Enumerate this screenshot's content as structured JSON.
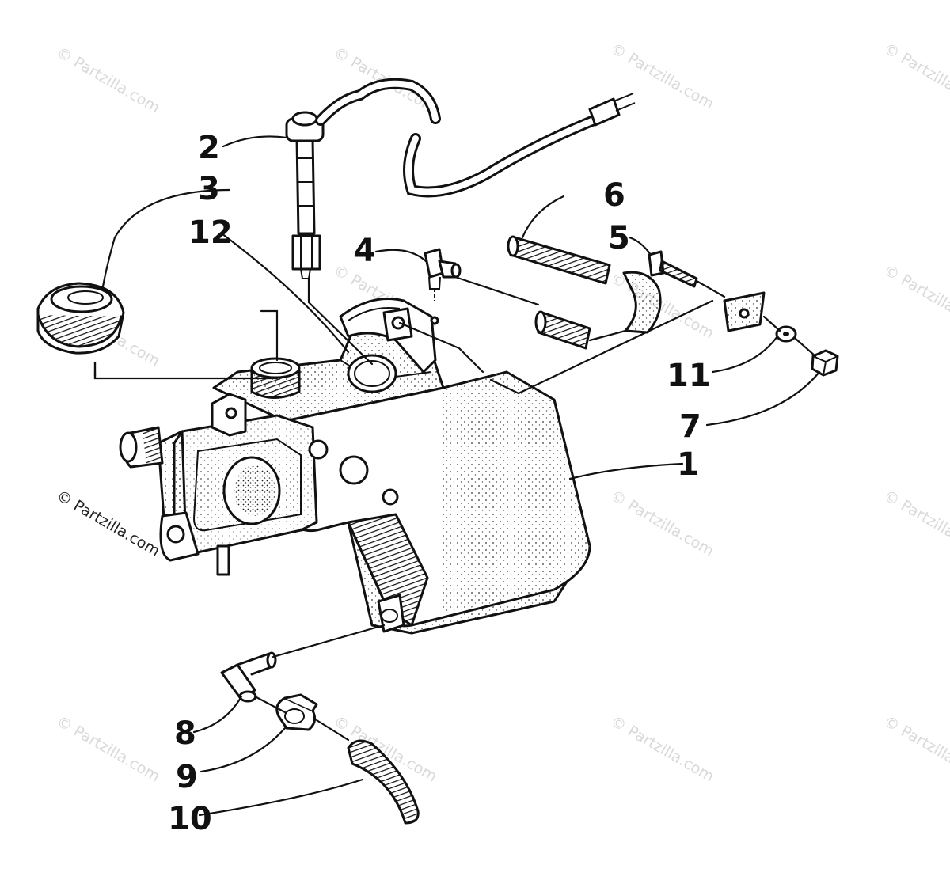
{
  "diagram": {
    "watermark": "© Partzilla.com",
    "callouts": {
      "c1": "1",
      "c2": "2",
      "c3": "3",
      "c4": "4",
      "c5": "5",
      "c6": "6",
      "c7": "7",
      "c8": "8",
      "c9": "9",
      "c10": "10",
      "c11": "11",
      "c12": "12"
    }
  }
}
